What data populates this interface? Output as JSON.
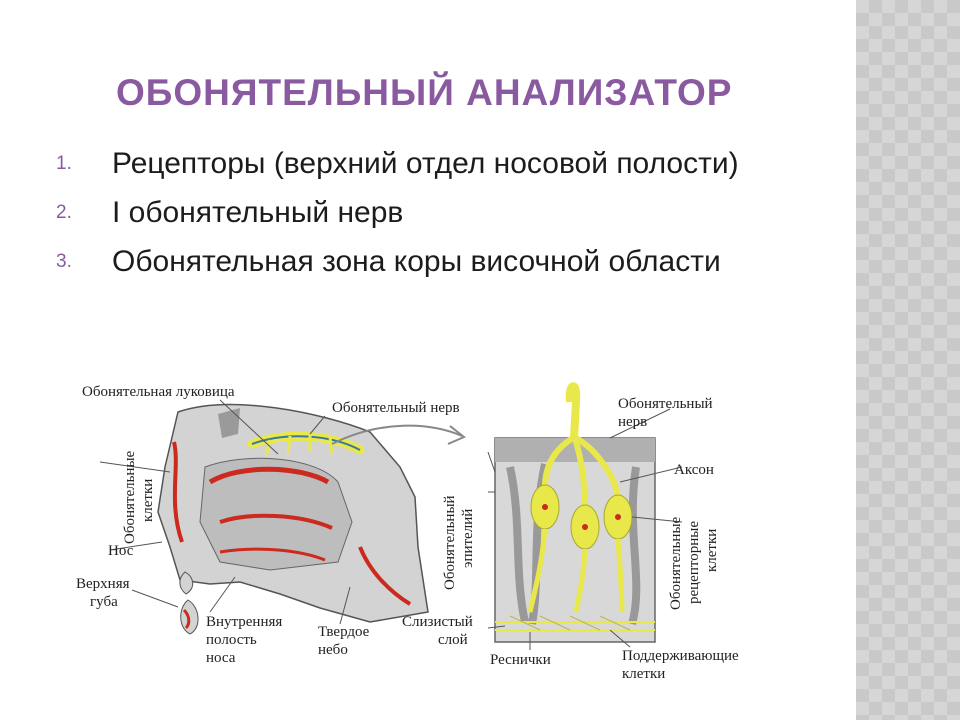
{
  "title": "ОБОНЯТЕЛЬНЫЙ АНАЛИЗАТОР",
  "list": [
    {
      "num": "1.",
      "text": "Рецепторы (верхний отдел носовой полости)"
    },
    {
      "num": "2.",
      "text": "I обонятельный нерв"
    },
    {
      "num": "3.",
      "text": "Обонятельная зона коры височной области"
    }
  ],
  "diagram": {
    "labels": {
      "olfactory_bulb": "Обонятельная луковица",
      "olfactory_cells_1": "Обонятельные",
      "olfactory_cells_2": "клетки",
      "olfactory_nerve_left": "Обонятельный нерв",
      "nose": "Нос",
      "upper_lip_1": "Верхняя",
      "upper_lip_2": "губа",
      "inner_cavity_1": "Внутренняя",
      "inner_cavity_2": "полость",
      "inner_cavity_3": "носа",
      "hard_palate_1": "Твердое",
      "hard_palate_2": "небо",
      "epithelium_1": "Обонятельный",
      "epithelium_2": "эпителий",
      "mucus_1": "Слизистый",
      "mucus_2": "слой",
      "cilia": "Реснички",
      "nerve_right_1": "Обонятельный",
      "nerve_right_2": "нерв",
      "axon": "Аксон",
      "receptor_cells_1": "Обонятельные",
      "receptor_cells_2": "рецепторные",
      "receptor_cells_3": "клетки",
      "supporting_1": "Поддерживающие",
      "supporting_2": "клетки"
    }
  },
  "colors": {
    "accent": "#8a5aa0",
    "nerve": "#e8e84a",
    "tissue_red": "#cc2a1e"
  }
}
